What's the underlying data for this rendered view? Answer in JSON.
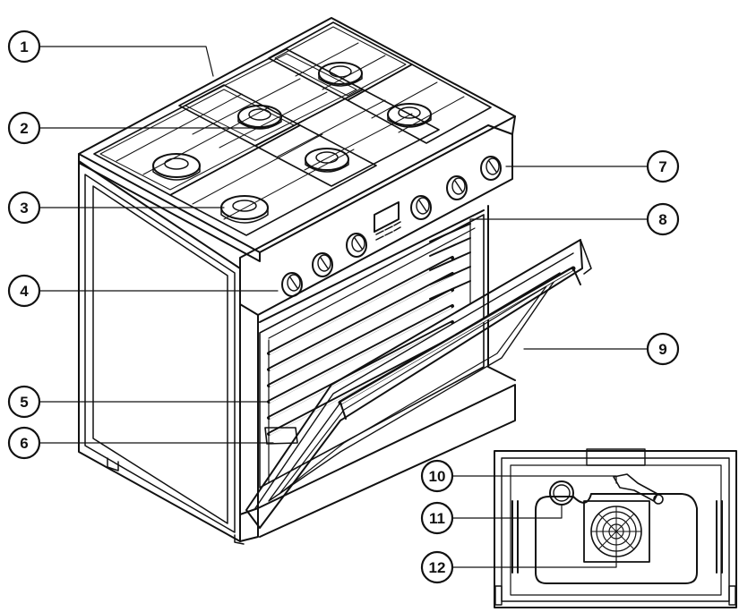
{
  "callouts": [
    {
      "number": "1",
      "part": "cooktop-grates"
    },
    {
      "number": "2",
      "part": "burner-cap"
    },
    {
      "number": "3",
      "part": "burner-grate"
    },
    {
      "number": "4",
      "part": "control-knob"
    },
    {
      "number": "5",
      "part": "oven-rack"
    },
    {
      "number": "6",
      "part": "oven-door-hinge"
    },
    {
      "number": "7",
      "part": "oven-control-knob"
    },
    {
      "number": "8",
      "part": "rack-supports"
    },
    {
      "number": "9",
      "part": "oven-door-handle"
    },
    {
      "number": "10",
      "part": "oven-light"
    },
    {
      "number": "11",
      "part": "temperature-sensor"
    },
    {
      "number": "12",
      "part": "convection-fan"
    }
  ],
  "colors": {
    "line": "#111111",
    "background": "#ffffff"
  }
}
